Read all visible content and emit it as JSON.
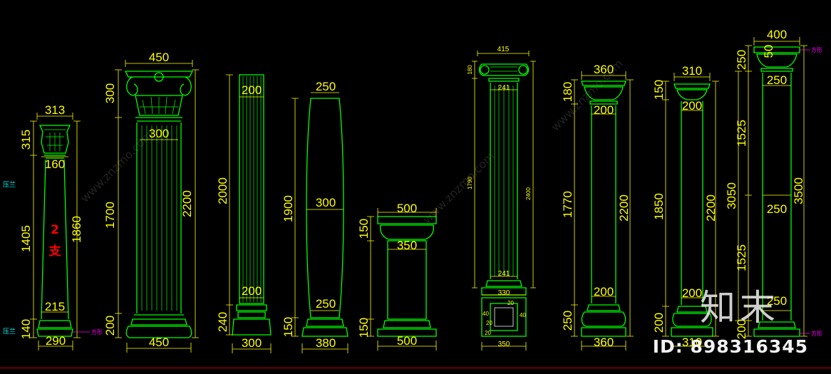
{
  "colors": {
    "dim": "#ffff00",
    "outline": "#00ff00",
    "magenta": "#ff00ff",
    "cyan": "#00ffff",
    "red": "#ff0000",
    "white": "#ffffff"
  },
  "watermark": {
    "logo": "知末",
    "id": "ID: 898316345",
    "site_text": "www.znzmo.com"
  },
  "side_labels": {
    "left_top": "压兰",
    "left_bottom": "压兰",
    "fangxing": "方形"
  },
  "col1": {
    "top": "313",
    "cap_h": "315",
    "neck": "160",
    "shaft_h": "1405",
    "total": "1860",
    "lower": "215",
    "base_h": "140",
    "bottom": "290",
    "tag_num": "2",
    "tag_char": "支"
  },
  "col2": {
    "top": "450",
    "cap_h": "300",
    "neck": "300",
    "shaft_h": "1700",
    "total": "2200",
    "base_h": "200",
    "bottom": "450"
  },
  "col3": {
    "top": "200",
    "shaft_h": "2000",
    "lower": "200",
    "base_h": "240",
    "bottom": "300"
  },
  "col4": {
    "top": "250",
    "mid": "300",
    "shaft_h": "1900",
    "lower": "250",
    "base_h": "150",
    "bottom": "380"
  },
  "col5": {
    "top": "500",
    "cap_h": "150",
    "neck": "350",
    "base_h": "150",
    "bottom": "500"
  },
  "col6": {
    "top": "415",
    "cap_h": "180",
    "neck": "241",
    "shaft_h": "1790",
    "total": "2400",
    "lower": "241",
    "box_w": "330",
    "side_l": "40",
    "side_r": "40",
    "inner_l": "20",
    "inner_r": "20",
    "inner_b": "20",
    "bottom": "350"
  },
  "col7": {
    "top": "360",
    "cap_h": "180",
    "neck": "200",
    "shaft_h": "1770",
    "total": "2200",
    "lower": "200",
    "base_h": "250",
    "bottom": "360"
  },
  "col8": {
    "top": "310",
    "cap_h": "150",
    "neck": "200",
    "shaft_h": "1850",
    "total": "2200",
    "lower": "200",
    "base_h": "200",
    "bottom": "310"
  },
  "col9": {
    "top": "400",
    "cap_h": "250",
    "cap_mark": "50",
    "neck": "250",
    "upper_h": "1525",
    "mid": "250",
    "mid_h": "3050",
    "total": "3500",
    "lower_h": "1525",
    "lower": "250",
    "base_h": "200"
  }
}
